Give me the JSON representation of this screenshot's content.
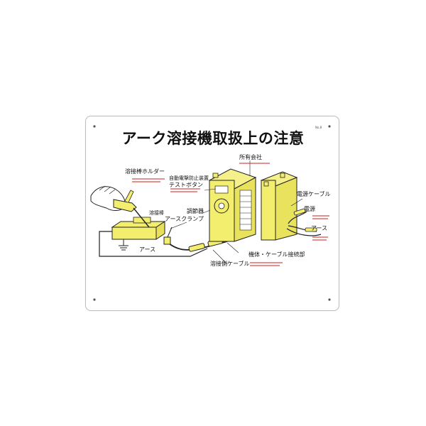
{
  "sign": {
    "title": "アーク溶接機取扱上の注意",
    "number": "No.8"
  },
  "labels": {
    "electrode_holder": "溶接棒ホルダー",
    "auto_shock_test": "自動電撃防止装置",
    "test_button": "テストボタン",
    "owner_company": "所有会社",
    "power_cable": "電源ケーブル",
    "power_source": "電源",
    "electrode": "溶接棒",
    "regulator": "調節器",
    "ground_clamp": "アースクランプ",
    "ground_right": "アース",
    "ground_left": "アース",
    "chassis_cable_joint": "機体・ケーブル接続部",
    "welding_cable": "溶接側ケーブル"
  },
  "colors": {
    "machine": "#f4ee6e",
    "outline": "#222222",
    "caution_text": "#d02020"
  }
}
